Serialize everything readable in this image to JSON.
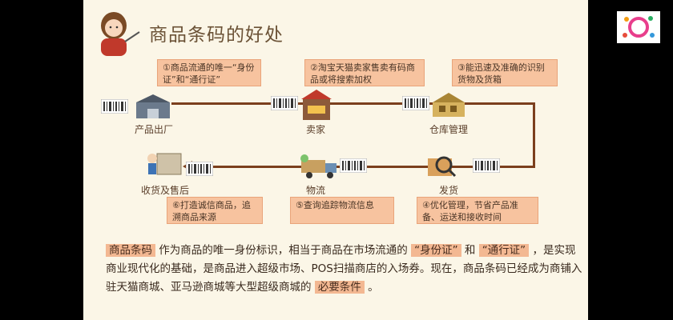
{
  "slide": {
    "title": "商品条码的好处",
    "notes": [
      "①商品流通的唯一“身份证”和“通行证”",
      "②淘宝天猫卖家售卖有码商品或将搜索加权",
      "③能迅速及准确的识别货物及货箱",
      "④优化管理，节省产品准备、运送和接收时间",
      "⑤查询追踪物流信息",
      "⑥打造诚信商品，追溯商品来源"
    ],
    "nodes": [
      "产品出厂",
      "卖家",
      "仓库管理",
      "发货",
      "物流",
      "收货及售后"
    ],
    "paragraph": {
      "tag1": "商品条码",
      "text1": "作为商品的唯一身份标识，相当于商品在市场流通的",
      "tag2": "“身份证”",
      "text2": "和",
      "tag3": "“通行证”",
      "text3": "，是实现商业现代化的基础，是商品进入超级市场、POS扫描商店的入场券。现在，商品条码已经成为商铺入驻天猫商城、亚马逊商城等大型超级商城的",
      "tag4": "必要条件",
      "text4": "。"
    }
  },
  "colors": {
    "accent": "#7b3f1d",
    "note": "#f7c39f",
    "bg": "#fbf6e7"
  }
}
